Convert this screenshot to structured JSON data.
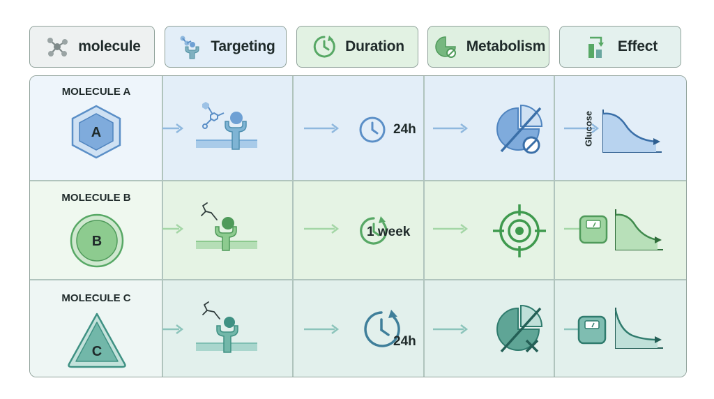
{
  "headers": [
    {
      "label": "molecule",
      "icon": "molecule-icon"
    },
    {
      "label": "Targeting",
      "icon": "receptor-icon"
    },
    {
      "label": "Duration",
      "icon": "clock-icon"
    },
    {
      "label": "Metabolism",
      "icon": "metabolism-pie-icon"
    },
    {
      "label": "Effect",
      "icon": "bar-chart-icon"
    }
  ],
  "rows": [
    {
      "molecule": "MOLECULE A",
      "letter": "A",
      "shape": "hexagon",
      "duration": "24h",
      "metabolism": "pie-blocked",
      "effect": "glucose-curve",
      "effect_label": "Glucose",
      "color": "#5b8fc7"
    },
    {
      "molecule": "MOLECULE B",
      "letter": "B",
      "shape": "circle",
      "duration": "1 week",
      "metabolism": "target",
      "effect": "scale-weight-curve",
      "color": "#57a865"
    },
    {
      "molecule": "MOLECULE C",
      "letter": "C",
      "shape": "triangle",
      "duration": "24h",
      "metabolism": "pie-crossed",
      "effect": "scale-weight-curve",
      "color": "#3f9183"
    }
  ],
  "colors": {
    "blue": "#5b8fc7",
    "green": "#57a865",
    "teal": "#3f9183",
    "border": "#8fa19a"
  }
}
